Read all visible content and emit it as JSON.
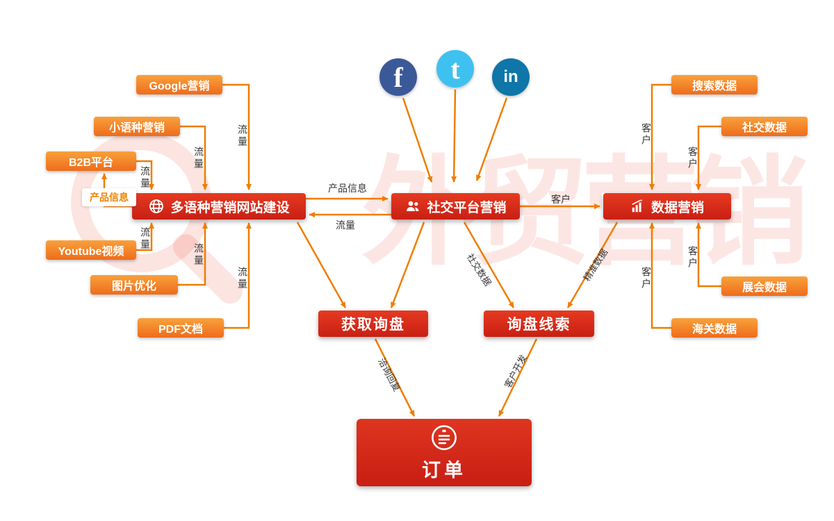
{
  "watermark": {
    "text": "外贸营销"
  },
  "social_icons": [
    {
      "name": "Facebook",
      "glyph": "f",
      "color": "#3b5998"
    },
    {
      "name": "Twitter",
      "glyph": "t",
      "color": "#3fc1f0"
    },
    {
      "name": "LinkedIn",
      "glyph": "in",
      "color": "#0e76a8"
    }
  ],
  "main_nodes": {
    "website_building": "多语种营销网站建设",
    "social_platform_marketing": "社交平台营销",
    "data_marketing": "数据营销",
    "get_inquiries": "获取询盘",
    "inquiry_leads": "询盘线索",
    "order": "订单"
  },
  "left_channels": [
    "Google营销",
    "小语种营销",
    "B2B平台",
    "Youtube视频",
    "图片优化",
    "PDF文档"
  ],
  "right_channels": [
    "搜索数据",
    "社交数据",
    "展会数据",
    "海关数据"
  ],
  "edge_labels": {
    "traffic": "流量",
    "customer": "客户",
    "product_info": "产品信息",
    "social_data": "社交数据",
    "precise_data": "精准数据",
    "inquiry_reply": "洽询回复",
    "customer_development": "客户开发"
  },
  "colors": {
    "primary_red": "#d7261d",
    "channel_orange": "#ee6c1c",
    "arrow_orange": "#ef7d00"
  }
}
